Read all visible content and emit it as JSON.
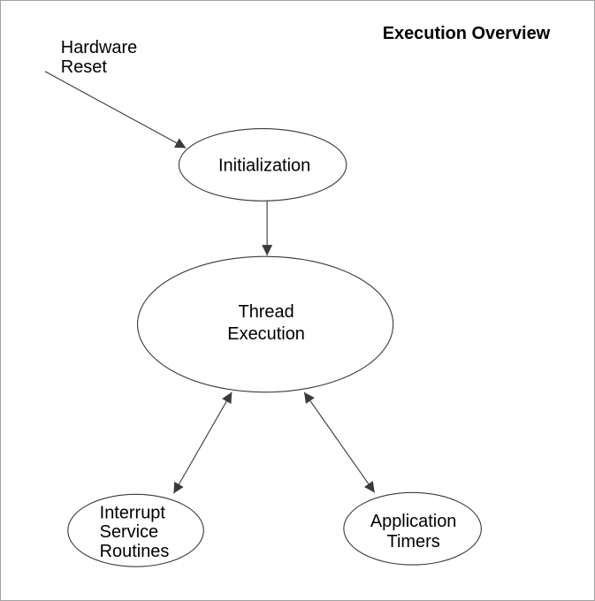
{
  "title": "Execution Overview",
  "colors": {
    "background": "#ffffff",
    "frame-border": "#a3a3a3",
    "shape-stroke": "#3a3a3a",
    "text": "#000000"
  },
  "annotations": {
    "hardware_reset": {
      "line1": "Hardware",
      "line2": "Reset"
    }
  },
  "nodes": {
    "initialization": {
      "label": "Initialization"
    },
    "thread_execution": {
      "line1": "Thread",
      "line2": "Execution"
    },
    "interrupt_service_routines": {
      "line1": "Interrupt",
      "line2": "Service",
      "line3": "Routines"
    },
    "application_timers": {
      "line1": "Application",
      "line2": "Timers"
    }
  },
  "edges": [
    {
      "from": "hardware-reset",
      "to": "initialization",
      "direction": "one-way"
    },
    {
      "from": "initialization",
      "to": "thread-execution",
      "direction": "one-way"
    },
    {
      "from": "thread-execution",
      "to": "interrupt-service-routines",
      "direction": "two-way"
    },
    {
      "from": "thread-execution",
      "to": "application-timers",
      "direction": "two-way"
    }
  ]
}
